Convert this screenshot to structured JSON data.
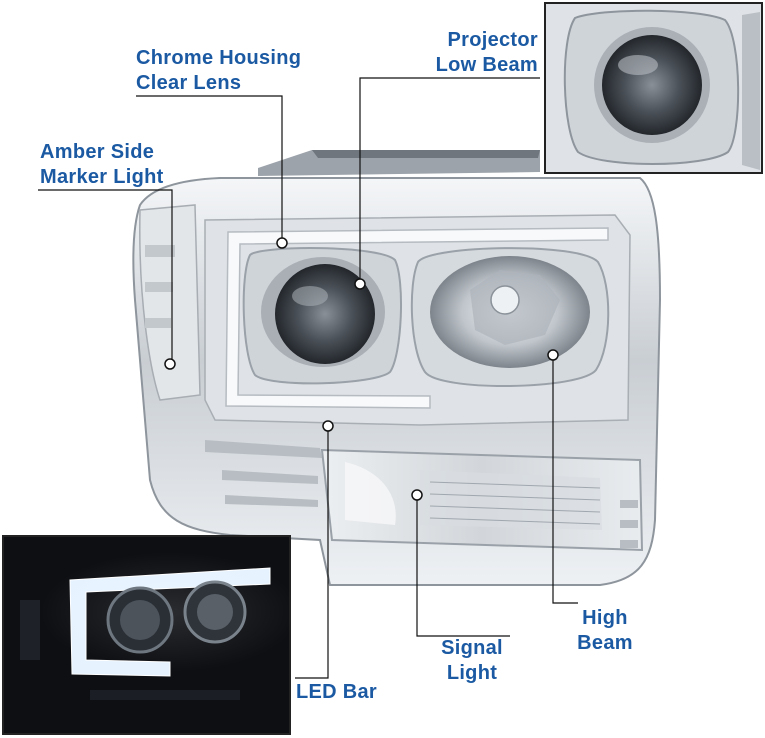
{
  "labels": {
    "chrome_housing": {
      "line1": "Chrome Housing",
      "line2": "Clear Lens"
    },
    "amber_side": {
      "line1": "Amber Side",
      "line2": "Marker Light"
    },
    "projector": {
      "line1": "Projector",
      "line2": "Low Beam"
    },
    "high_beam": {
      "line1": "High",
      "line2": "Beam"
    },
    "signal": {
      "line1": "Signal",
      "line2": "Light"
    },
    "led_bar": {
      "line1": "LED Bar"
    }
  },
  "colors": {
    "label_text": "#1b5aa3",
    "leader_line": "#111111",
    "chrome": "#d9dde1",
    "lens_dark": "#3a3f45",
    "night_bg": "#0d0f13",
    "led_glow": "#e6f3ff"
  }
}
